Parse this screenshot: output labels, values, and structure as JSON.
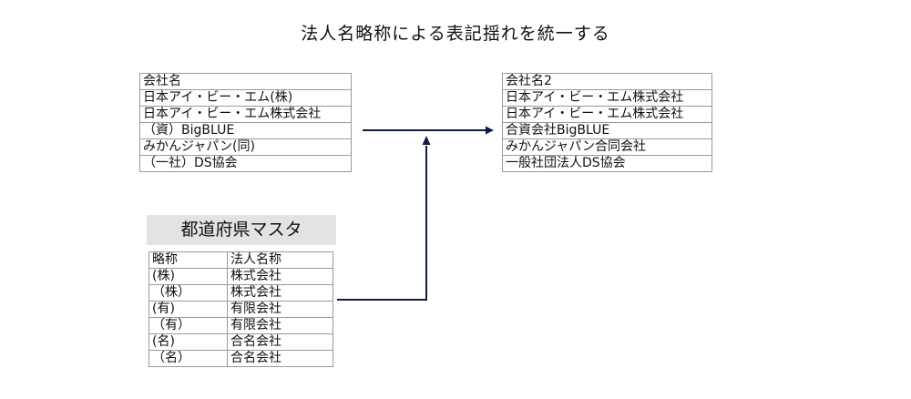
{
  "title": "法人名略称による表記揺れを統一する",
  "source_table": {
    "rows": [
      "会社名",
      "日本アイ・ビー・エム(株)",
      "日本アイ・ビー・エム株式会社",
      "（資）BigBLUE",
      "みかんジャパン(同)",
      "（一社）DS協会"
    ]
  },
  "result_table": {
    "rows": [
      "会社名2",
      "日本アイ・ビー・エム株式会社",
      "日本アイ・ビー・エム株式会社",
      "合資会社BigBLUE",
      "みかんジャパン合同会社",
      "一般社団法人DS協会"
    ]
  },
  "master": {
    "title": "都道府県マスタ",
    "headers": [
      "略称",
      "法人名称"
    ],
    "rows": [
      [
        "(株)",
        "株式会社"
      ],
      [
        "（株）",
        "株式会社"
      ],
      [
        "(有)",
        "有限会社"
      ],
      [
        "（有）",
        "有限会社"
      ],
      [
        "(名)",
        "合名会社"
      ],
      [
        "（名）",
        "合名会社"
      ]
    ]
  },
  "colors": {
    "arrow": "#0f1c40",
    "border": "#9a9a9a",
    "master_title_bg": "#e3e3e3"
  }
}
